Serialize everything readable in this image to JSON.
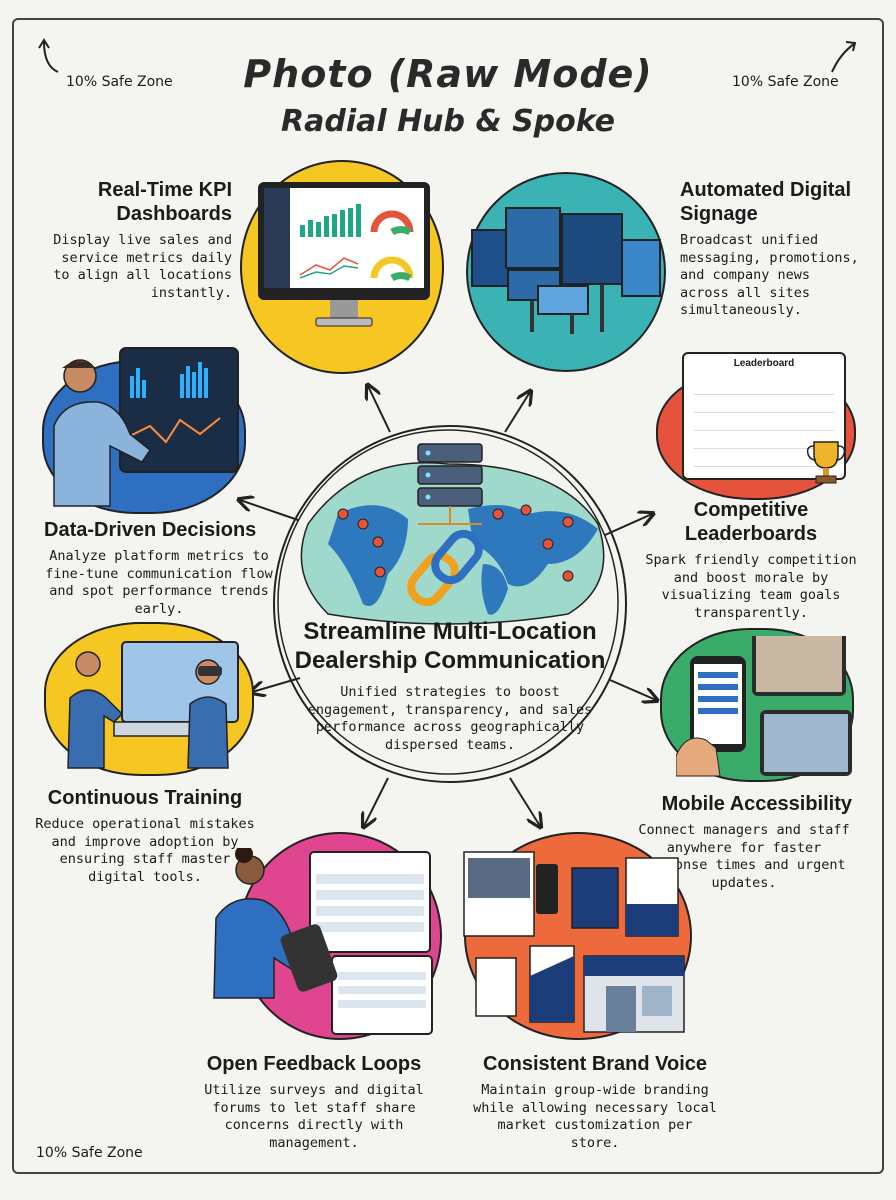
{
  "header": {
    "title": "Photo (Raw Mode)",
    "subtitle": "Radial Hub & Spoke"
  },
  "safe_zones": {
    "top_left": "10% Safe Zone",
    "top_right": "10% Safe Zone",
    "bottom_left": "10% Safe Zone"
  },
  "hub": {
    "title": "Streamline Multi-Location Dealership Communication",
    "description": "Unified strategies to boost engagement, transparency, and sales performance across geographically dispersed teams."
  },
  "spokes": {
    "kpi": {
      "title": "Real-Time KPI Dashboards",
      "description": "Display live sales and service metrics daily to align all locations instantly."
    },
    "signage": {
      "title": "Automated Digital Signage",
      "description": "Broadcast unified messaging, promotions, and company news across all sites simultaneously."
    },
    "data": {
      "title": "Data-Driven Decisions",
      "description": "Analyze platform metrics to fine-tune communication flow and spot performance trends early."
    },
    "leaderboards": {
      "title": "Competitive Leaderboards",
      "description": "Spark friendly competition and boost morale by visualizing team goals transparently."
    },
    "training": {
      "title": "Continuous Training",
      "description": "Reduce operational mistakes and improve adoption by ensuring staff master digital tools."
    },
    "mobile": {
      "title": "Mobile Accessibility",
      "description": "Connect managers and staff anywhere for faster response times and urgent updates."
    },
    "feedback": {
      "title": "Open Feedback Loops",
      "description": "Utilize surveys and digital forums to let staff share concerns directly with management."
    },
    "brand": {
      "title": "Consistent Brand Voice",
      "description": "Maintain group-wide branding while allowing necessary local market customization per store."
    }
  },
  "leaderboard_card": {
    "heading": "Leaderboard"
  },
  "colors": {
    "yellow": "#f6c623",
    "teal": "#3bb3b5",
    "blue": "#2f6fc2",
    "red": "#e5533d",
    "green": "#3bab6a",
    "pink": "#e0468f",
    "orange": "#ec6a3c",
    "hub_teal": "#9fd9cc"
  },
  "icons": [
    "monitor-icon",
    "signage-icon",
    "touchscreen-icon",
    "trophy-icon",
    "vr-headset-icon",
    "phone-icon",
    "tablet-icon",
    "storefront-icon",
    "server-icon",
    "link-icon",
    "map-pin-icon"
  ]
}
